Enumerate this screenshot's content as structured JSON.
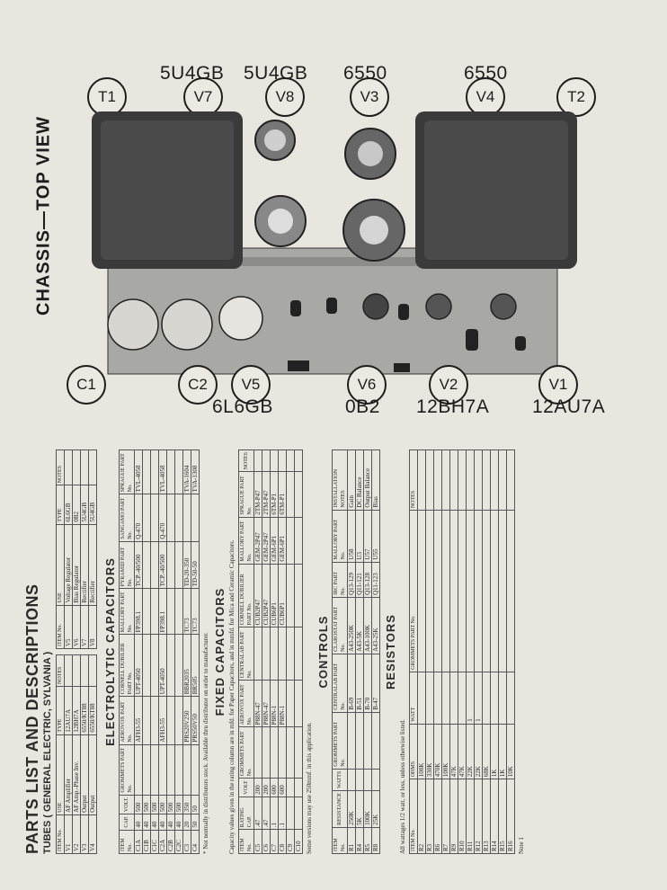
{
  "chassis": {
    "title": "CHASSIS—TOP VIEW",
    "top_labels": [
      {
        "tube": "5U4GB",
        "ref": "V7"
      },
      {
        "tube": "5U4GB",
        "ref": "V8"
      },
      {
        "tube": "6550",
        "ref": "V3"
      },
      {
        "tube": "6550",
        "ref": "V4"
      }
    ],
    "transformers": [
      "T1",
      "T2"
    ],
    "bottom_refs": [
      "C1",
      "C2",
      "V5",
      "V6",
      "V2",
      "V1"
    ],
    "bottom_tubes": [
      "6L6GB",
      "0B2",
      "12BH7A",
      "12AU7A"
    ]
  },
  "parts": {
    "title": "PARTS LIST AND DESCRIPTIONS",
    "tubes_heading": "TUBES ( GENERAL ELECTRIC, SYLVANIA )",
    "tubes_headers": [
      "ITEM No.",
      "USE",
      "TYPE",
      "NOTES"
    ],
    "tubes_left": [
      [
        "V1",
        "AF Amplifier",
        "12AU7A",
        ""
      ],
      [
        "V2",
        "AF Amp.-Phase Inv.",
        "12BH7A",
        ""
      ],
      [
        "V3",
        "Output",
        "6550/KT88",
        ""
      ],
      [
        "V4",
        "Output",
        "6550/KT88",
        ""
      ]
    ],
    "tubes_right": [
      [
        "V5",
        "Voltage Regulator",
        "6L6GB",
        ""
      ],
      [
        "V6",
        "Bias Regulator",
        "0B2",
        ""
      ],
      [
        "V7",
        "Rectifier",
        "5U4GB",
        ""
      ],
      [
        "V8",
        "Rectifier",
        "5U4GB",
        ""
      ]
    ],
    "electrolytic_heading": "ELECTROLYTIC CAPACITORS",
    "electrolytic_headers": [
      "ITEM No.",
      "CAP.",
      "VOLT.",
      "GROMMETS PART No.",
      "AEROVOX PART No.",
      "CORNELL DUBILIER PART No.",
      "MALLORY PART No.",
      "PYRAMID PART No.",
      "SANGAMO PART No.",
      "SPRAGUE PART No."
    ],
    "electrolytic_rows": [
      [
        "C1A",
        "40",
        "500",
        "",
        "AFH3-55",
        "UPT-4050",
        "FP398.1",
        "TCP.-40/500",
        "Q-470",
        "TVL-4058"
      ],
      [
        "C1B",
        "40",
        "500",
        "",
        "",
        "",
        "",
        "",
        "",
        ""
      ],
      [
        "C1C",
        "40",
        "500",
        "",
        "",
        "",
        "",
        "",
        "",
        ""
      ],
      [
        "C2A",
        "40",
        "500",
        "",
        "AFH3-55",
        "UPT-4050",
        "FP398.1",
        "TCP.-40/500",
        "Q-470",
        "TVL-4058"
      ],
      [
        "C2B",
        "40",
        "500",
        "",
        "",
        "",
        "",
        "",
        "",
        ""
      ],
      [
        "C2C",
        "40",
        "500",
        "",
        "",
        "",
        "",
        "",
        "",
        ""
      ],
      [
        "C3",
        "20",
        "350",
        "",
        "PRS20V250",
        "BBR2035",
        "TC73",
        "TD-20-350",
        "",
        "TVA-1604"
      ],
      [
        "C4",
        "50",
        "50",
        "",
        "PRS50V50",
        "BR505",
        "TC73",
        "TD-50-50",
        "",
        "TVA-1308"
      ]
    ],
    "electrolytic_note": "* Not normally in distributors stock. Available thru distributor on order to manufacturer.",
    "fixed_heading": "FIXED CAPACITORS",
    "fixed_note": "Capacity values given in the rating column are in mfd. for Paper Capacitors, and in mmfd. for Mica and Ceramic Capacitors.",
    "fixed_headers": [
      "ITEM No.",
      "RATING CAP.",
      "VOLT",
      "GROMMETS PART No.",
      "AEROVOX PART No.",
      "CENTRALAB PART No.",
      "CORNELL DUBILIER PART No.",
      "MALLORY PART No.",
      "SPRAGUE PART No.",
      "NOTES"
    ],
    "fixed_rows": [
      [
        "C5",
        ".47",
        "200",
        "",
        "P88N-47",
        "",
        "CUB2P47",
        "GEM-2P47",
        "2TM-P47",
        ""
      ],
      [
        "C6",
        ".47",
        "200",
        "",
        "P88N-47",
        "",
        "CUB2P47",
        "GEM-2P47",
        "2TM-P47",
        ""
      ],
      [
        "C7",
        ".1",
        "600",
        "",
        "P88N-1",
        "",
        "CUB6P1",
        "GEM-6P1",
        "6TM-P1",
        ""
      ],
      [
        "C8",
        ".1",
        "600",
        "",
        "P88N-1",
        "",
        "CUB6P1",
        "GEM-6P1",
        "6TM-P1",
        ""
      ],
      [
        "C9",
        "",
        "",
        "",
        "",
        "",
        "",
        "",
        "",
        ""
      ],
      [
        "C10",
        "",
        "",
        "",
        "",
        "",
        "",
        "",
        "",
        ""
      ]
    ],
    "fixed_footnote": "Some versions may use 250mmf. in this application.",
    "controls_heading": "CONTROLS",
    "controls_headers": [
      "ITEM No.",
      "RESISTANCE",
      "WATTS",
      "GROMMETS PART No.",
      "CENTRALAB PART No.",
      "CLAROSTAT PART No.",
      "IRC PART No.",
      "MALLORY PART No.",
      "INSTALLATION NOTES"
    ],
    "controls_rows": [
      [
        "R1",
        "250K",
        "",
        "",
        "B-69",
        "A43-250K",
        "Q13-129",
        "U58",
        "Gain"
      ],
      [
        "R4",
        "5K",
        "",
        "",
        "B-51",
        "A43-5K",
        "Q11-121",
        "U3",
        "DC Balance"
      ],
      [
        "R5",
        "100K",
        "",
        "",
        "B-70",
        "A43-100K",
        "Q13-128",
        "U57",
        "Output Balance"
      ],
      [
        "R8",
        "25K",
        "",
        "",
        "B-47",
        "A43-25K",
        "Q11-123",
        "U55",
        "Bias"
      ]
    ],
    "resistors_heading": "RESISTORS",
    "resistors_note": "All wattages 1/2 watt, or less, unless otherwise listed.",
    "resistors_headers": [
      "ITEM No.",
      "OHMS",
      "WATT",
      "GROMMETS PART No.",
      "NOTES"
    ],
    "resistors_rows": [
      [
        "R2",
        "100K",
        ""
      ],
      [
        "R3",
        "330K",
        ""
      ],
      [
        "R6",
        "470K",
        ""
      ],
      [
        "R7",
        "100K",
        ""
      ],
      [
        "R9",
        "47K",
        ""
      ],
      [
        "R10",
        "47K",
        ""
      ],
      [
        "R11",
        "22K",
        "1"
      ],
      [
        "R12",
        "22K",
        "1"
      ],
      [
        "R13",
        "68K",
        ""
      ],
      [
        "R14",
        "1K",
        ""
      ],
      [
        "R15",
        "1K",
        ""
      ],
      [
        "R16",
        "10K",
        ""
      ]
    ],
    "resistors_footnote": "Note 1"
  }
}
